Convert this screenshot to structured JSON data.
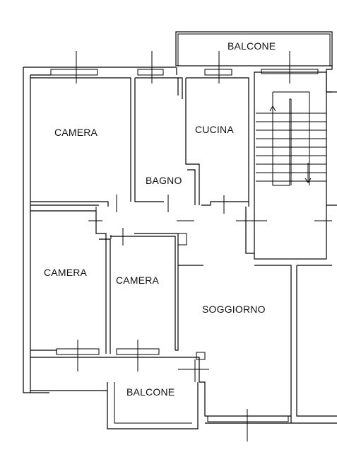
{
  "rooms": {
    "balcone_top": "BALCONE",
    "camera_1": "CAMERA",
    "bagno": "BAGNO",
    "cucina": "CUCINA",
    "camera_2": "CAMERA",
    "camera_3": "CAMERA",
    "soggiorno": "SOGGIORNO",
    "balcone_bottom": "BALCONE"
  }
}
